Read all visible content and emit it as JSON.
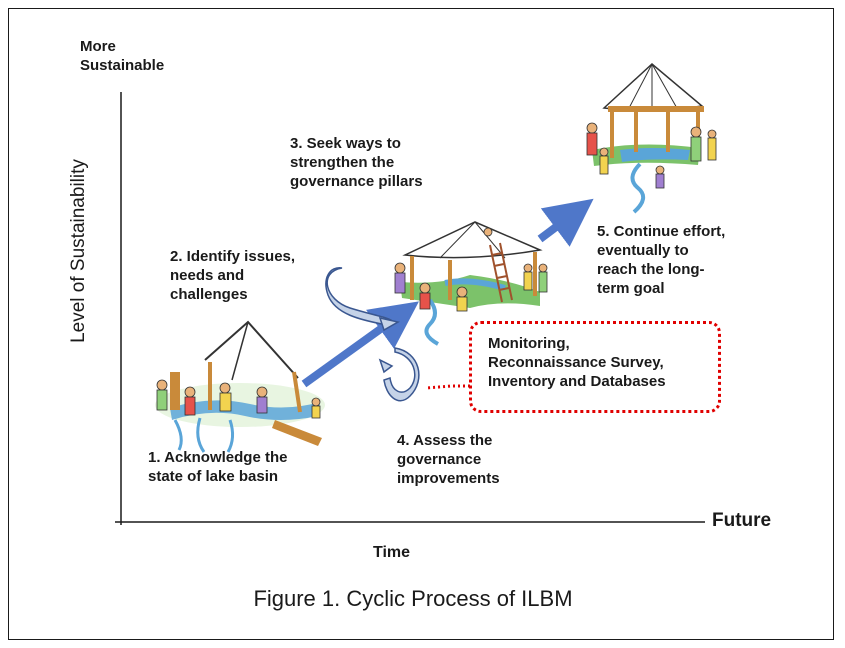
{
  "axis": {
    "y_top_label": "More\nSustainable",
    "y_label": "Level of Sustainability",
    "x_label": "Time",
    "x_end_label": "Future"
  },
  "steps": [
    {
      "text": "1.  Acknowledge the\nstate of lake basin"
    },
    {
      "text": "2. Identify issues,\nneeds and\nchallenges"
    },
    {
      "text": "3. Seek ways to\nstrengthen the\ngovernance pillars"
    },
    {
      "text": "4.  Assess the\ngovernance\nimprovements"
    },
    {
      "text": "5.  Continue effort,\neventually to\nreach the long-\nterm goal"
    }
  ],
  "callout": {
    "text": "Monitoring,\nReconnaissance Survey,\nInventory and Databases"
  },
  "caption": "Figure 1.  Cyclic Process of ILBM",
  "colors": {
    "arrow": "#4f77c9",
    "callout_border": "#e00000",
    "axis": "#1a1a1a",
    "roof": "#ffffff",
    "water": "#5aa5d8",
    "ground": "#7cc26a",
    "wood": "#c98a3a"
  }
}
